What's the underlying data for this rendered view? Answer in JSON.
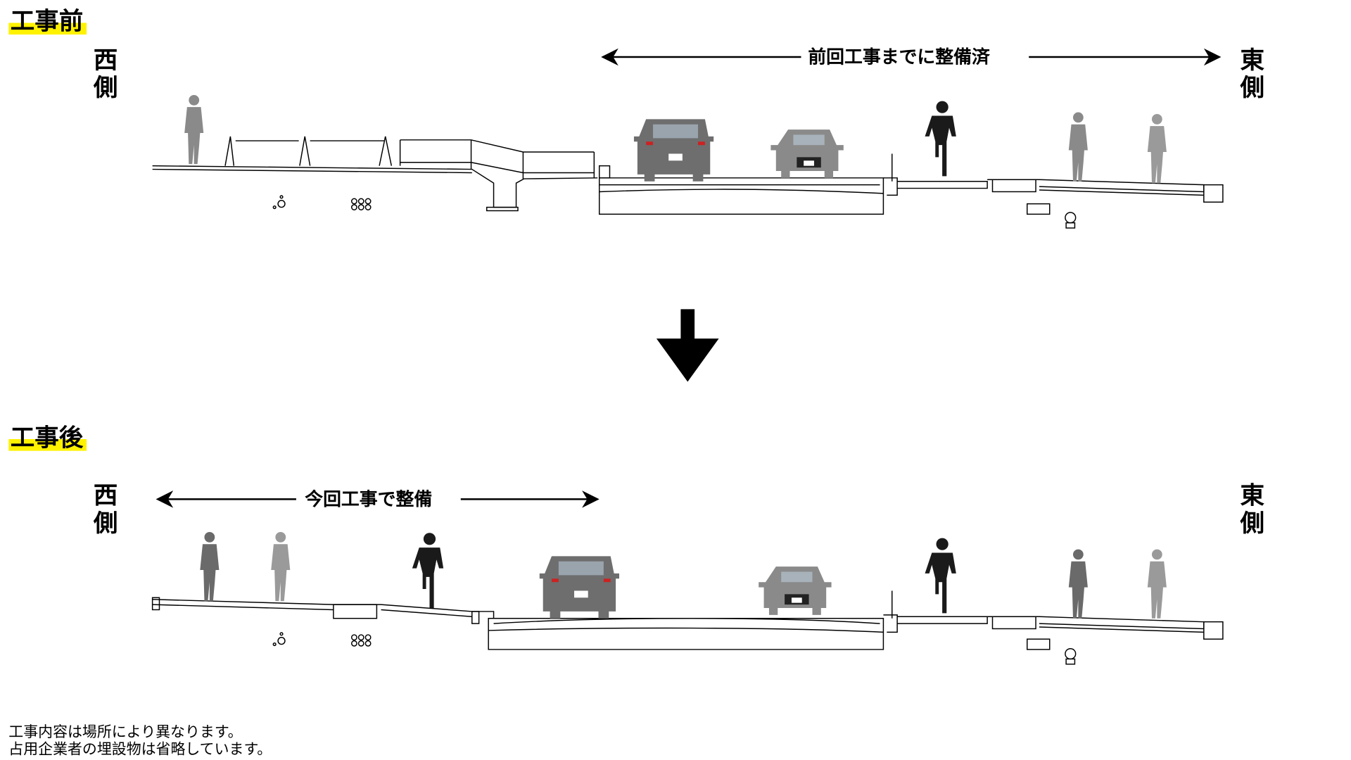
{
  "before": {
    "heading": "工事前",
    "west_top": "西",
    "west_bottom": "側",
    "east_top": "東",
    "east_bottom": "側",
    "span_label": "前回工事までに整備済"
  },
  "after": {
    "heading": "工事後",
    "west_top": "西",
    "west_bottom": "側",
    "east_top": "東",
    "east_bottom": "側",
    "span_label": "今回工事で整備"
  },
  "notes": [
    "工事内容は場所により異なります。",
    "占用企業者の埋設物は省略しています。"
  ],
  "colors": {
    "highlight": "#fff200",
    "pedestrian": "#8a8a8a",
    "cyclist": "#1a1a1a",
    "car": "#6e6e6e"
  }
}
